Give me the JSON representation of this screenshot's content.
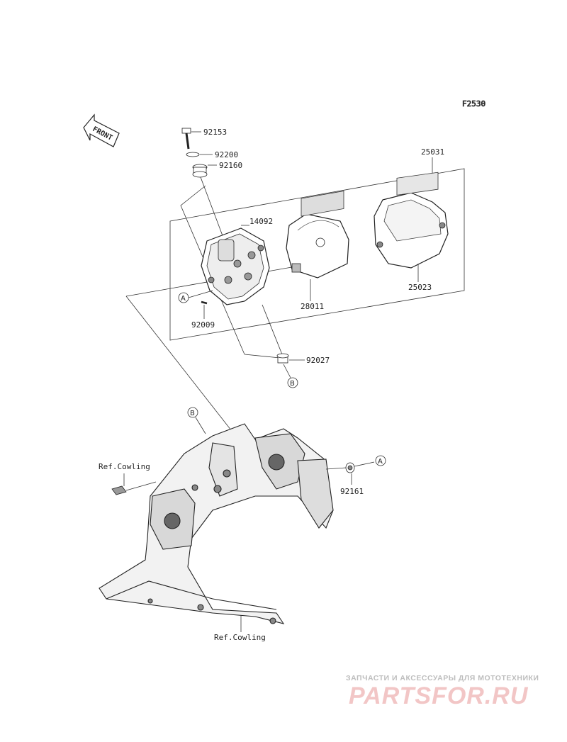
{
  "diagram": {
    "figure_code": "F2530",
    "front_label": "FRONT",
    "parts": [
      {
        "id": "p92153",
        "number": "92153"
      },
      {
        "id": "p92200",
        "number": "92200"
      },
      {
        "id": "p92160",
        "number": "92160"
      },
      {
        "id": "p25031",
        "number": "25031"
      },
      {
        "id": "p14092",
        "number": "14092"
      },
      {
        "id": "p28011",
        "number": "28011"
      },
      {
        "id": "p25023",
        "number": "25023"
      },
      {
        "id": "p92009",
        "number": "92009"
      },
      {
        "id": "p92027",
        "number": "92027"
      },
      {
        "id": "p92161",
        "number": "92161"
      }
    ],
    "references": [
      "A",
      "B"
    ],
    "ref_cowling": "Ref.Cowling"
  },
  "watermark": {
    "tagline": "ЗАПЧАСТИ И АКСЕССУАРЫ ДЛЯ МОТОТЕХНИКИ",
    "brand": "PARTSFOR.RU"
  }
}
